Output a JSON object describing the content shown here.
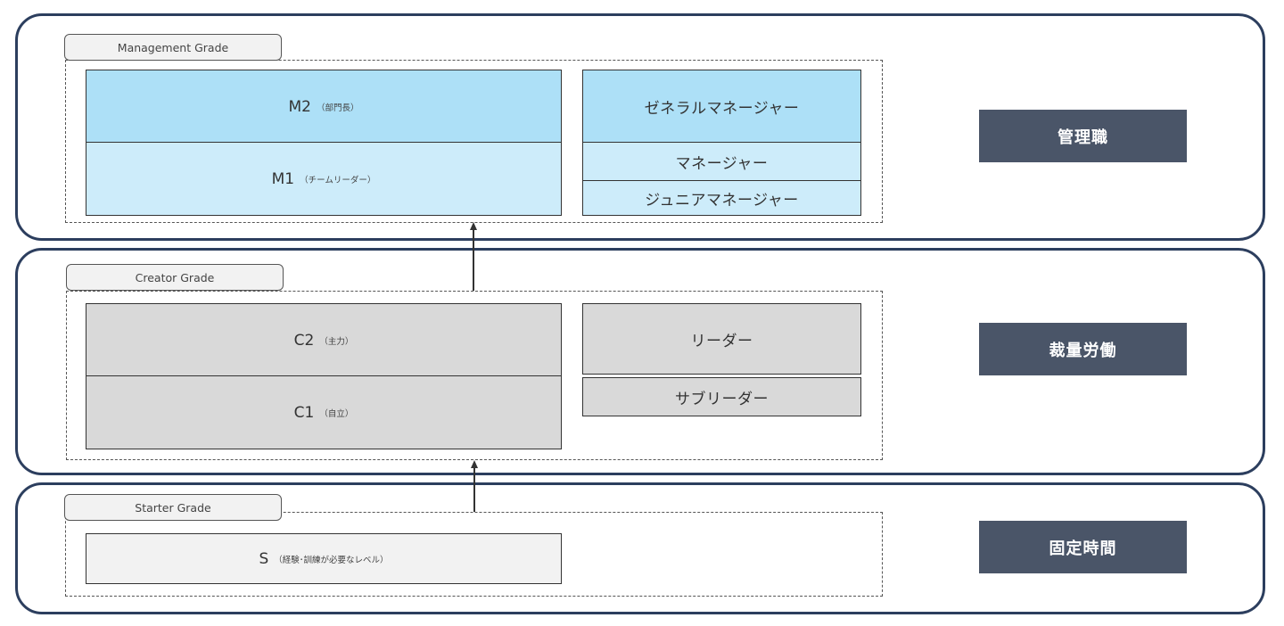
{
  "tiers": [
    {
      "id": "management",
      "grade_label": "Management Grade",
      "category": "管理職",
      "levels": [
        {
          "code": "M2",
          "desc": "（部門長）"
        },
        {
          "code": "M1",
          "desc": "（チームリーダー）"
        }
      ],
      "roles": [
        "ゼネラルマネージャー",
        "マネージャー",
        "ジュニアマネージャー"
      ]
    },
    {
      "id": "creator",
      "grade_label": "Creator Grade",
      "category": "裁量労働",
      "levels": [
        {
          "code": "C2",
          "desc": "（主力）"
        },
        {
          "code": "C1",
          "desc": "（自立）"
        }
      ],
      "roles": [
        "リーダー",
        "サブリーダー"
      ]
    },
    {
      "id": "starter",
      "grade_label": "Starter Grade",
      "category": "固定時間",
      "levels": [
        {
          "code": "S",
          "desc": "（経験･訓練が必要なレベル）"
        }
      ],
      "roles": []
    }
  ],
  "colors": {
    "tier_border": "#2c3e5e",
    "category_bg": "#4a5568",
    "management_upper": "#ade0f7",
    "management_lower": "#cdecfa",
    "creator": "#d9d9d9",
    "starter": "#f2f2f2"
  }
}
